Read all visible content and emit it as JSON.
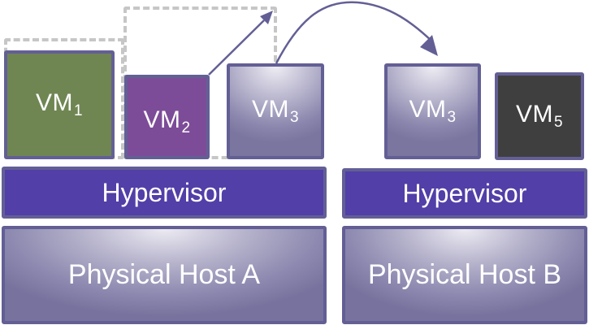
{
  "host_a": {
    "vms": [
      {
        "name": "VM",
        "index": "1",
        "state": "migrated-away"
      },
      {
        "name": "VM",
        "index": "2",
        "state": "resized"
      },
      {
        "name": "VM",
        "index": "3",
        "state": "migrating"
      }
    ],
    "hypervisor": "Hypervisor",
    "host": "Physical Host A"
  },
  "host_b": {
    "vms": [
      {
        "name": "VM",
        "index": "3",
        "state": "migrated-in"
      },
      {
        "name": "VM",
        "index": "5",
        "state": "running"
      }
    ],
    "hypervisor": "Hypervisor",
    "host": "Physical Host B"
  },
  "colors": {
    "vm1": "#6f8653",
    "vm2": "#7d4c98",
    "vm5": "#3f3f3f",
    "hypervisor": "#523fa7",
    "border": "#635f95",
    "arrow": "#635f95",
    "ghost": "#c6c6c6"
  }
}
